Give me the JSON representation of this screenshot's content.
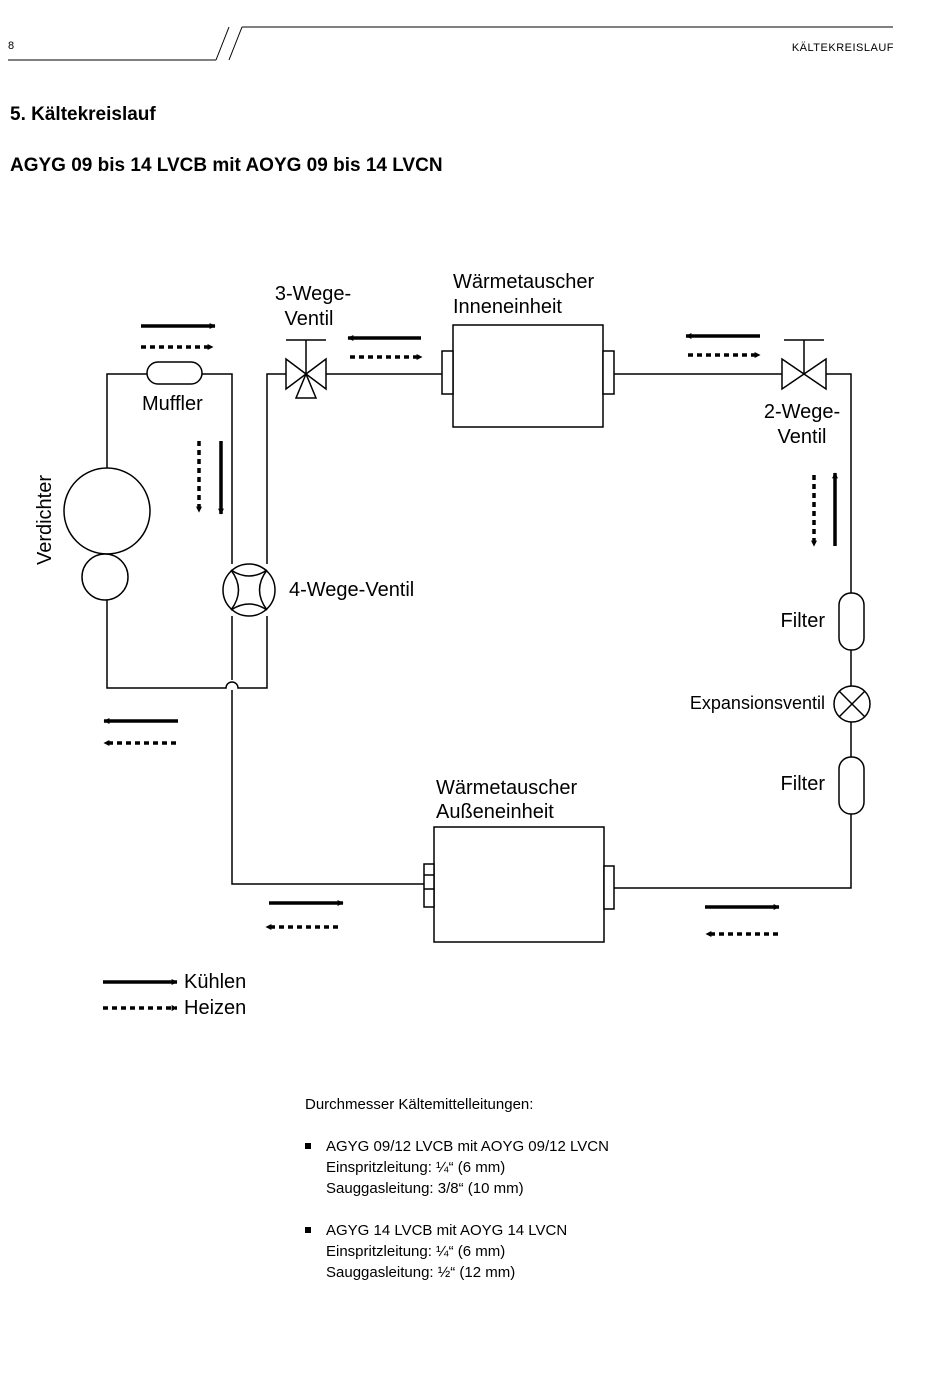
{
  "header": {
    "page_number": "8",
    "section": "KÄLTEKREISLAUF"
  },
  "title": "5. Kältekreislauf",
  "subtitle": "AGYG 09 bis 14 LVCB mit AOYG 09 bis 14 LVCN",
  "diagram": {
    "labels": {
      "valve3_line1": "3-Wege-",
      "valve3_line2": "Ventil",
      "hx_indoor_line1": "Wärmetauscher",
      "hx_indoor_line2": "Inneneinheit",
      "muffler": "Muffler",
      "valve2_line1": "2-Wege-",
      "valve2_line2": "Ventil",
      "compressor": "Verdichter",
      "valve4": "4-Wege-Ventil",
      "filter_top": "Filter",
      "expansion_valve": "Expansionsventil",
      "filter_bottom": "Filter",
      "hx_outdoor_line1": "Wärmetauscher",
      "hx_outdoor_line2": "Außeneinheit"
    },
    "legend": {
      "cooling": "Kühlen",
      "heating": "Heizen"
    }
  },
  "notes": {
    "intro": "Durchmesser Kältemittelleitungen:",
    "items": [
      {
        "model": "AGYG 09/12 LVCB mit AOYG 09/12 LVCN",
        "line1": "Einspritzleitung: ¼“ (6 mm)",
        "line2": "Sauggasleitung: 3/8“ (10 mm)"
      },
      {
        "model": "AGYG 14 LVCB mit AOYG 14 LVCN",
        "line1": "Einspritzleitung: ¼“ (6 mm)",
        "line2": "Sauggasleitung: ½“ (12 mm)"
      }
    ]
  }
}
